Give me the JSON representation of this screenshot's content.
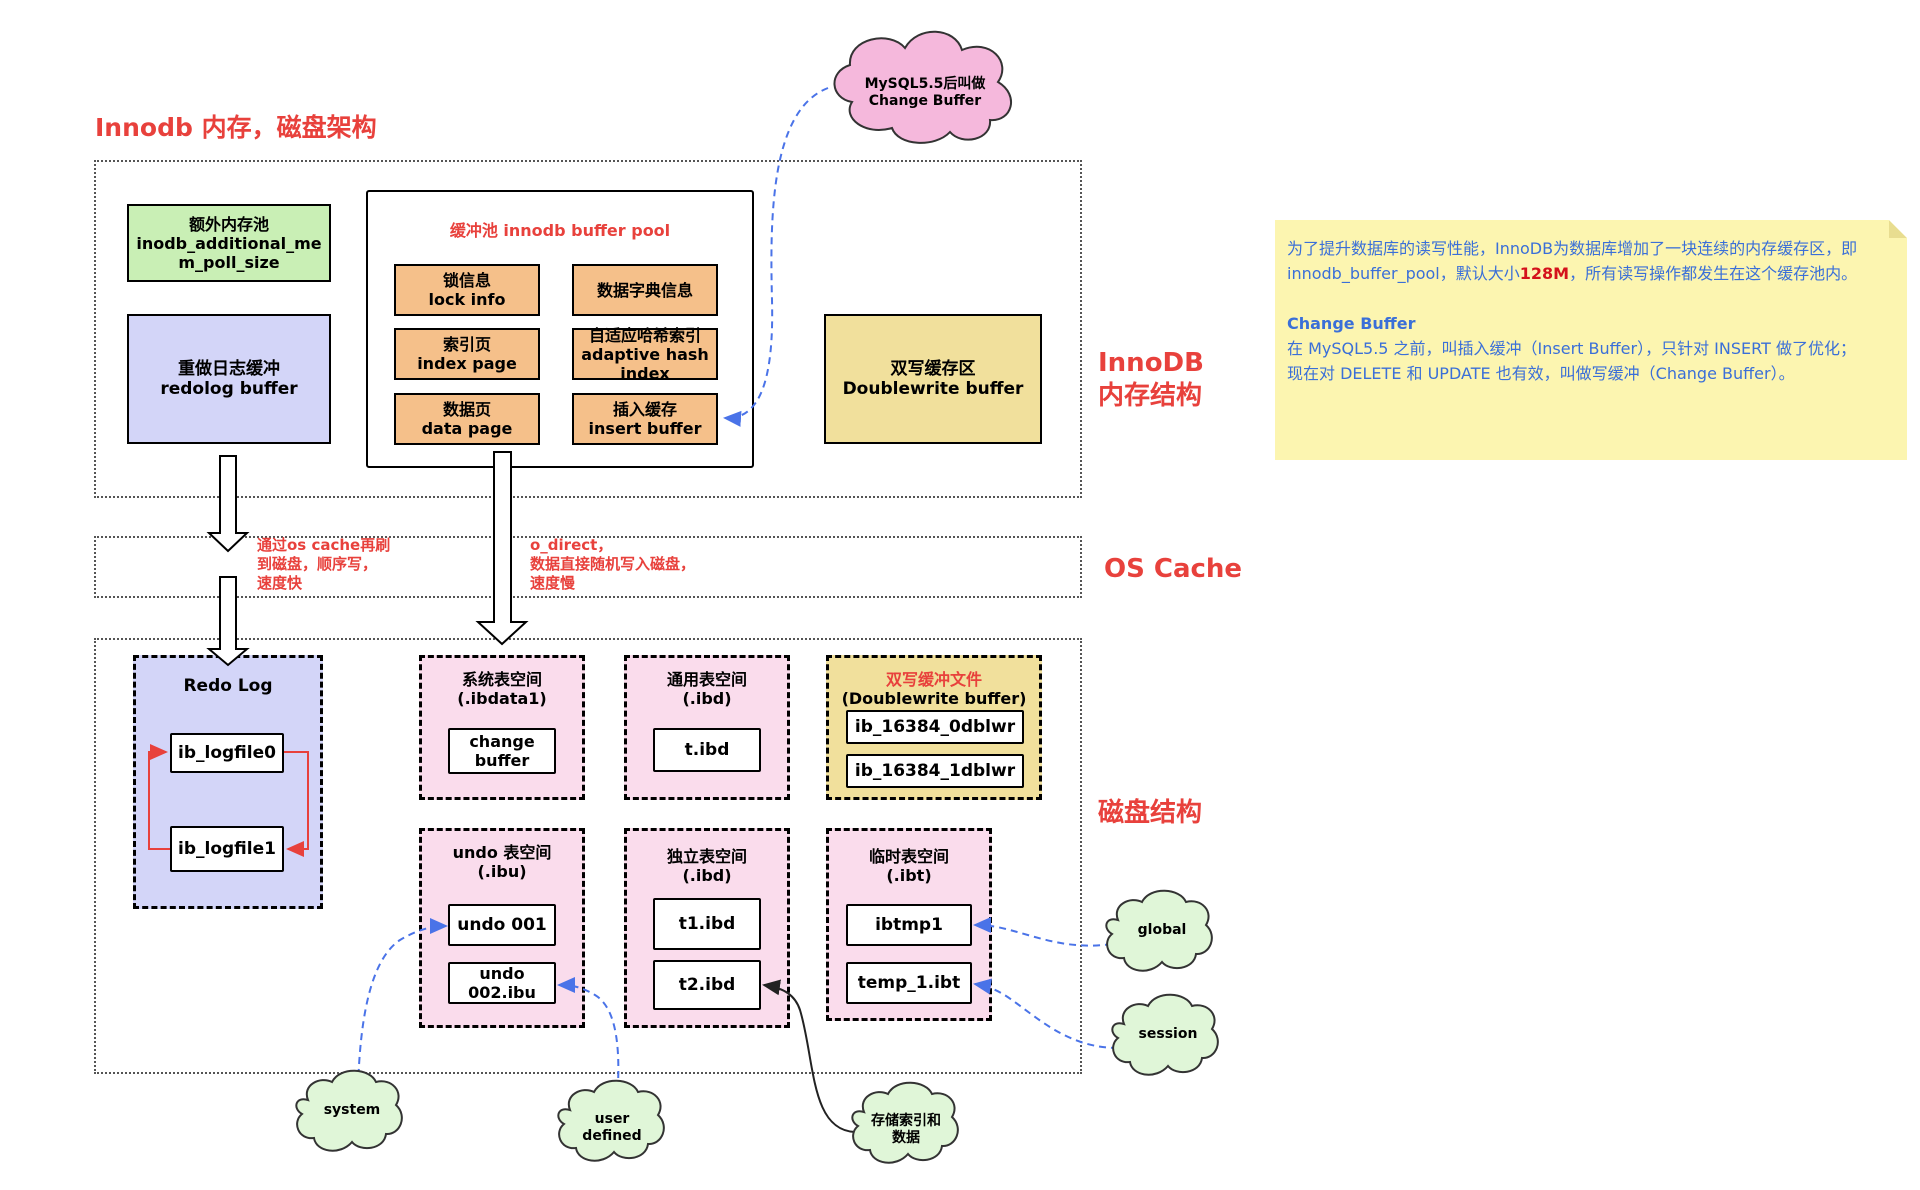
{
  "titles": {
    "main": "Innodb 内存，磁盘架构",
    "innodb_line1": "InnoDB",
    "innodb_line2": "内存结构",
    "os_cache": "OS Cache",
    "disk": "磁盘结构"
  },
  "memory": {
    "additional_pool_line1": "额外内存池",
    "additional_pool_line2": "inodb_additional_me",
    "additional_pool_line3": "m_poll_size",
    "redolog_line1": "重做日志缓冲",
    "redolog_line2": "redolog buffer",
    "buffer_pool_title": "缓冲池 innodb buffer pool",
    "lock_line1": "锁信息",
    "lock_line2": "lock info",
    "dict": "数据字典信息",
    "index_line1": "索引页",
    "index_line2": "index page",
    "ahi_line1": "自适应哈希索引",
    "ahi_line2": "adaptive hash",
    "ahi_line3": "index",
    "data_line1": "数据页",
    "data_line2": "data page",
    "insert_line1": "插入缓存",
    "insert_line2": "insert buffer",
    "dwb_line1": "双写缓存区",
    "dwb_line2": "Doublewrite buffer"
  },
  "os_cache_notes": {
    "left_line1": "通过os cache再刷",
    "left_line2": "到磁盘，顺序写，",
    "left_line3": "速度快",
    "right_line1": "o_direct，",
    "right_line2": "数据直接随机写入磁盘，",
    "right_line3": "速度慢"
  },
  "disk": {
    "redo_title": "Redo Log",
    "logfile0": "ib_logfile0",
    "logfile1": "ib_logfile1",
    "sys_ts_line1": "系统表空间",
    "sys_ts_line2": "(.ibdata1)",
    "change_buffer_line1": "change",
    "change_buffer_line2": "buffer",
    "general_ts_line1": "通用表空间",
    "general_ts_line2": "(.ibd)",
    "t_ibd": "t.ibd",
    "dw_file_line1": "双写缓冲文件",
    "dw_file_line2": "(Doublewrite buffer)",
    "dw0": "ib_16384_0dblwr",
    "dw1": "ib_16384_1dblwr",
    "undo_ts_line1": "undo 表空间",
    "undo_ts_line2": "(.ibu)",
    "undo001": "undo 001",
    "undo002_line1": "undo",
    "undo002_line2": "002.ibu",
    "file_ts_line1": "独立表空间",
    "file_ts_line2": "(.ibd)",
    "t1": "t1.ibd",
    "t2": "t2.ibd",
    "temp_ts_line1": "临时表空间",
    "temp_ts_line2": "(.ibt)",
    "ibtmp1": "ibtmp1",
    "temp1": "temp_1.ibt"
  },
  "clouds": {
    "mysql55_line1": "MySQL5.5后叫做",
    "mysql55_line2": "Change Buffer",
    "global": "global",
    "session": "session",
    "system": "system",
    "user_line1": "user",
    "user_line2": "defined",
    "storage_line1": "存储索引和",
    "storage_line2": "数据"
  },
  "note": {
    "para1_a": "为了提升数据库的读写性能，InnoDB为数据库增加了一块连续的内存缓存区，即",
    "para1_b": "innodb_buffer_pool，默认大小",
    "para1_size": "128M",
    "para1_c": "，所有读写操作都发生在这个缓存池内。",
    "para2_title": "Change Buffer",
    "para2_line1": "在 MySQL5.5 之前，叫插入缓冲（Insert Buffer），只针对 INSERT 做了优化；",
    "para2_line2": "现在对 DELETE 和 UPDATE 也有效，叫做写缓冲（Change Buffer）。"
  },
  "colors": {
    "title_red": "#e8413c",
    "green_box": "#c9efb5",
    "lavender_box": "#d3d5f8",
    "orange_box": "#f5c08a",
    "khaki_box": "#f1e09c",
    "pink_tablespace": "#fadcec",
    "pink_cloud": "#f5b8dc",
    "green_cloud": "#e0f6d8",
    "note_bg": "#fcf5b0",
    "note_text": "#3a6fd8",
    "dashed_arrow": "#4a73e8"
  }
}
